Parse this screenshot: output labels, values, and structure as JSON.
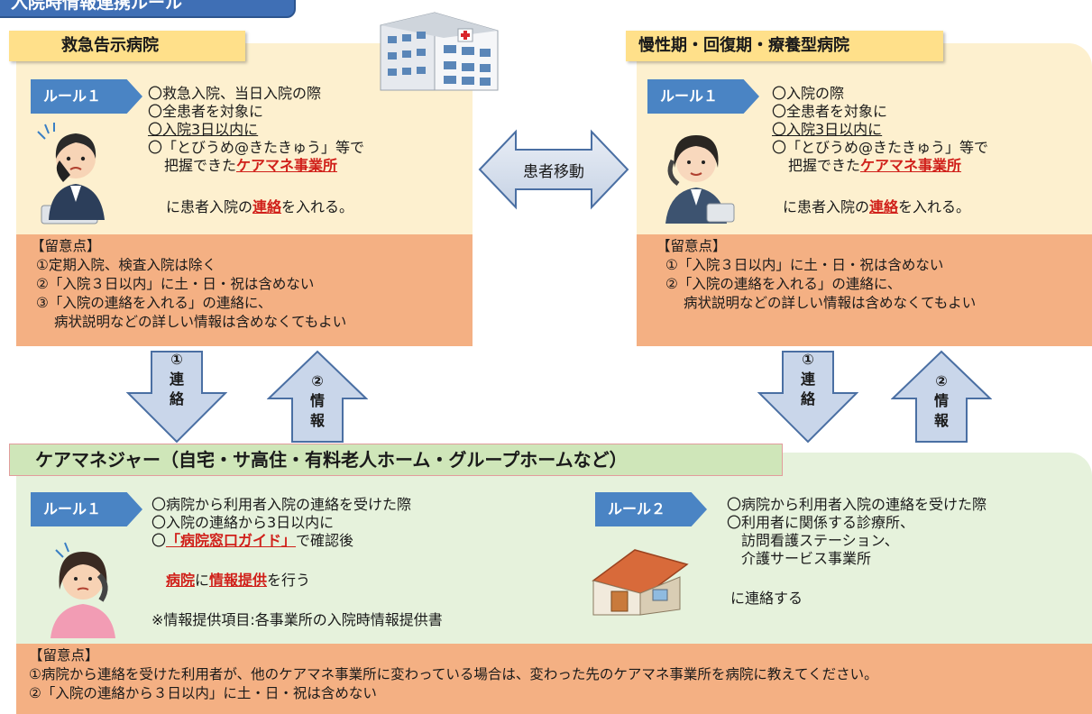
{
  "title": "入院時情報連携ルール",
  "colors": {
    "rule_tag": "#4a84c4",
    "highlight": "#d0201a",
    "note_bg": "#f4b083",
    "panel_bg": "#fdf0cf",
    "care_bg": "#e6f2dc"
  },
  "center_arrow": {
    "label": "患者移動"
  },
  "emergency": {
    "label": "救急告示病院",
    "rule_tag": "ルール１",
    "lines": [
      "〇救急入院、当日入院の際",
      "〇全患者を対象に",
      "〇入院3日以内に",
      "〇「とびうめ@きたきゅう」等で"
    ],
    "line5_prefix": "把握できた",
    "line5_red": "ケアマネ事業所",
    "line6_prefix": "に患者入院の",
    "line6_red": "連絡",
    "line6_suffix": "を入れる。",
    "note_header": "【留意点】",
    "notes": [
      "①定期入院、検査入院は除く",
      "②「入院３日以内」に土・日・祝は含めない",
      "③「入院の連絡を入れる」の連絡に、",
      "病状説明などの詳しい情報は含めなくてもよい"
    ]
  },
  "chronic": {
    "label": "慢性期・回復期・療養型病院",
    "rule_tag": "ルール１",
    "lines": [
      "〇入院の際",
      "〇全患者を対象に",
      "〇入院3日以内に",
      "〇「とびうめ@きたきゅう」等で"
    ],
    "line5_prefix": "把握できた",
    "line5_red": "ケアマネ事業所",
    "line6_prefix": "に患者入院の",
    "line6_red": "連絡",
    "line6_suffix": "を入れる。",
    "note_header": "【留意点】",
    "notes": [
      "①「入院３日以内」に土・日・祝は含めない",
      "②「入院の連絡を入れる」の連絡に、",
      "病状説明などの詳しい情報は含めなくてもよい"
    ]
  },
  "flow_arrows": {
    "contact": {
      "num": "①",
      "c1": "連",
      "c2": "絡"
    },
    "info": {
      "num": "②",
      "c1": "情",
      "c2": "報"
    }
  },
  "caremanager": {
    "label": "ケアマネジャー（自宅・サ高住・有料老人ホーム・グループホームなど）",
    "rule1": {
      "tag": "ルール１",
      "line1": "〇病院から利用者入院の連絡を受けた際",
      "line2": "〇入院の連絡から3日以内に",
      "line3_prefix": "〇",
      "line3_red": "「病院窓口ガイド」",
      "line3_suffix": "で確認後",
      "line4_red1": "病院",
      "line4_mid": "に",
      "line4_red2": "情報提供",
      "line4_suffix": "を行う",
      "footnote": "※情報提供項目:各事業所の入院時情報提供書"
    },
    "rule2": {
      "tag": "ルール２",
      "lines": [
        "〇病院から利用者入院の連絡を受けた際",
        "〇利用者に関係する診療所、",
        "訪問看護ステーション、",
        "介護サービス事業所"
      ],
      "last": "に連絡する"
    },
    "note_header": "【留意点】",
    "notes": [
      "①病院から連絡を受けた利用者が、他のケアマネ事業所に変わっている場合は、変わった先のケアマネ事業所を病院に教えてください。",
      "②「入院の連絡から３日以内」に土・日・祝は含めない"
    ]
  }
}
